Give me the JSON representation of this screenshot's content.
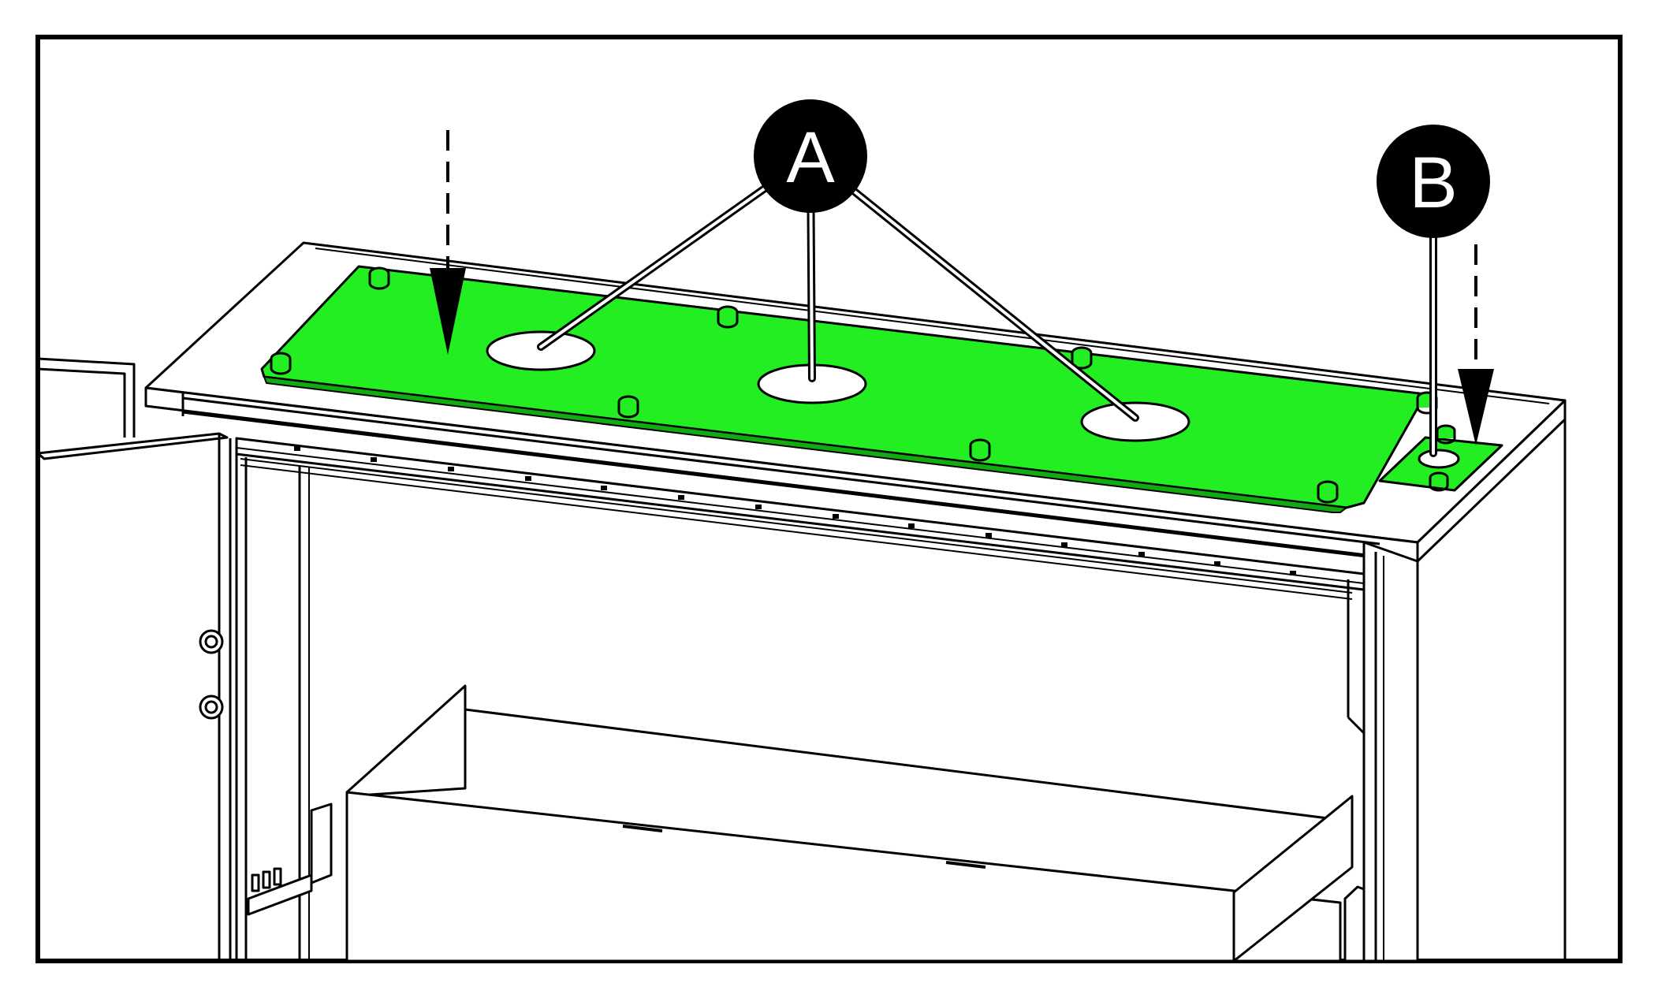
{
  "callouts": [
    {
      "id": "A",
      "label": "A"
    },
    {
      "id": "B",
      "label": "B"
    }
  ],
  "colors": {
    "gland_plate": "#22ee22",
    "gland_plate_dark": "#11aa11",
    "line": "#000000",
    "background": "#ffffff",
    "callout_fill": "#000000",
    "callout_text": "#ffffff"
  }
}
